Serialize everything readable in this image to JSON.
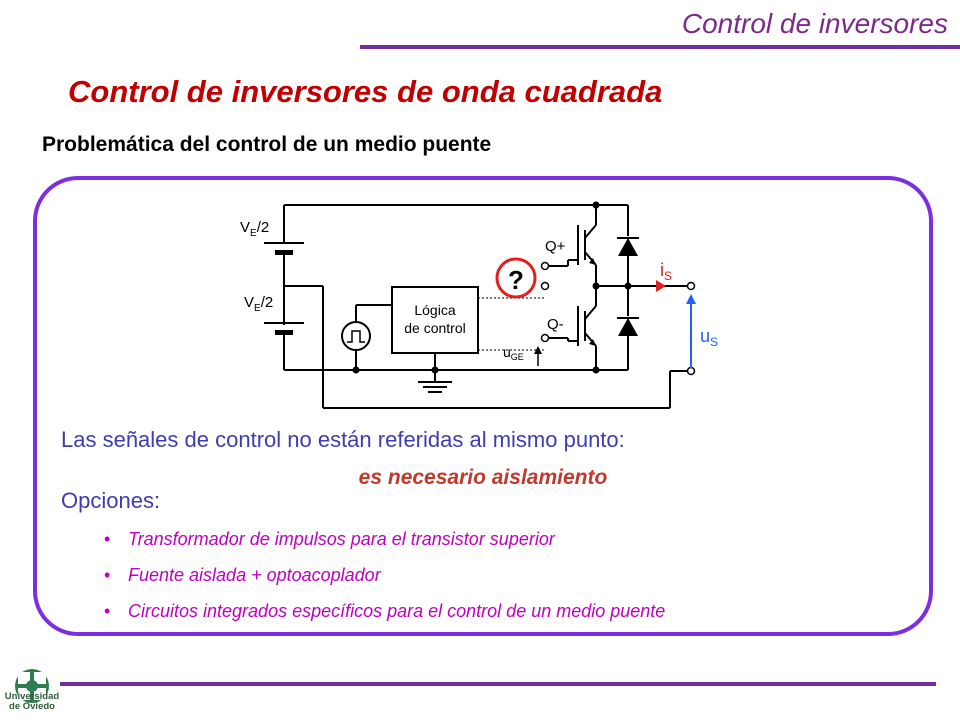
{
  "header": {
    "section_title": "Control de inversores"
  },
  "slide": {
    "title": "Control de inversores de onda cuadrada",
    "subtitle": "Problemática del control de un medio puente"
  },
  "circuit": {
    "labels": {
      "vtop_main": "V",
      "vtop_sub": "E",
      "vtop_tail": "/2",
      "vbot_main": "V",
      "vbot_sub": "E",
      "vbot_tail": "/2",
      "logic_line1": "Lógica",
      "logic_line2": "de control",
      "q_upper": "Q+",
      "q_lower": "Q-",
      "question": "?",
      "uge_main": "u",
      "uge_sub": "GE",
      "is_main": "i",
      "is_sub": "S",
      "us_main": "u",
      "us_sub": "S"
    },
    "colors": {
      "wire": "#000000",
      "question_ring": "#e02020",
      "current_arrow": "#e02020",
      "voltage_arrow": "#2060ff"
    }
  },
  "text": {
    "statement": "Las señales de control no están referidas al mismo punto:",
    "conclusion": "es necesario aislamiento",
    "options_label": "Opciones:",
    "bullets": [
      "Transformador de impulsos para el transistor superior",
      "Fuente aislada + optoacoplador",
      "Circuitos integrados específicos para el control de un medio puente"
    ]
  },
  "logo": {
    "line1": "Universidad",
    "line2": "de Oviedo"
  },
  "colors": {
    "accent": "#7030a0",
    "title": "#c00000",
    "body_text": "#3d3db0",
    "bullet": "#c000c0",
    "panel_border": "#7b2fe0"
  }
}
